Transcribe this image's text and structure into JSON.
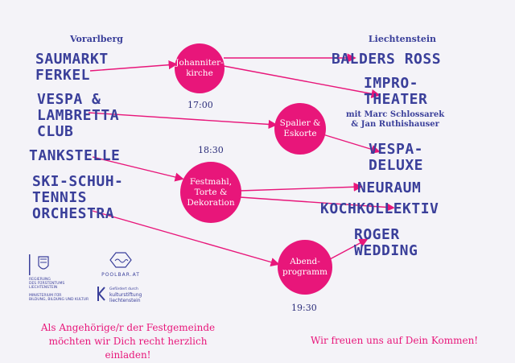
{
  "regions": {
    "left": "Vorarlberg",
    "right": "Liechtenstein"
  },
  "left_acts": [
    [
      "SAUMARKT",
      "FERKEL"
    ],
    [
      "VESPA &",
      "LAMBRETTA",
      "CLUB"
    ],
    [
      "TANKSTELLE"
    ],
    [
      "SKI-SCHUH-",
      "TENNIS",
      "ORCHESTRA"
    ]
  ],
  "right_acts": {
    "balders": "BALDERS ROSS",
    "impro": [
      "IMPRO-",
      "THEATER"
    ],
    "impro_sub": [
      "mit Marc Schlossarek",
      "& Jan Ruthishauser"
    ],
    "vespa": [
      "VESPA-",
      "DELUXE"
    ],
    "neuraum": "NEURAUM",
    "koch": "KOCHKOLLEKTIV",
    "roger": [
      "ROGER",
      "WEDDING"
    ]
  },
  "stations": [
    {
      "label": [
        "Johanniter-",
        "kirche"
      ],
      "time": "17:00"
    },
    {
      "label": [
        "Spalier &",
        "Eskorte"
      ],
      "time": ""
    },
    {
      "label": [
        "Festmahl,",
        "Torte &",
        "Dekoration"
      ],
      "time": "18:30"
    },
    {
      "label": [
        "Abend-",
        "programm"
      ],
      "time": "19:30"
    }
  ],
  "logos": {
    "regierung": [
      "REGIERUNG",
      "DES FÜRSTENTUMS LIECHTENSTEIN",
      "",
      "MINISTERIUM FÜR",
      "BILDUNG, BILDUNG UND KULTUR"
    ],
    "poolbar": "POOLBAR.AT",
    "kultur": [
      "Gefördert durch",
      "kulturstiftung",
      "liechtenstein"
    ]
  },
  "footer": {
    "left": [
      "Als Angehörige/r der Festgemeinde",
      "möchten wir Dich recht herzlich einladen!"
    ],
    "right": "Wir freuen uns auf Dein Kommen!"
  },
  "colors": {
    "accent": "#e8167a",
    "text": "#3a3f9a",
    "background": "#f4f3f8"
  }
}
